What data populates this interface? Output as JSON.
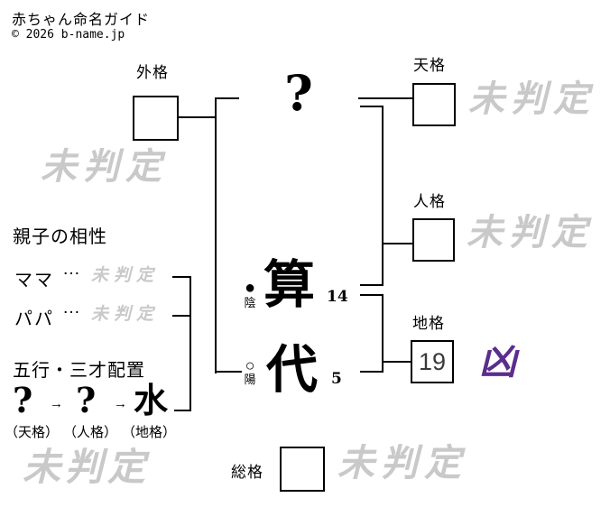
{
  "header": {
    "title": "赤ちゃん命名ガイド",
    "copyright": "© 2026 b-name.jp"
  },
  "name": {
    "surname_char": "?",
    "given": [
      {
        "char": "算",
        "strokes": "14",
        "polarity_symbol": "●",
        "polarity_label": "陰"
      },
      {
        "char": "代",
        "strokes": "5",
        "polarity_symbol": "○",
        "polarity_label": "陽"
      }
    ]
  },
  "kaku": {
    "gaikaku": {
      "label": "外格",
      "value": "",
      "result": "未判定"
    },
    "tenkaku": {
      "label": "天格",
      "value": "",
      "result": "未判定"
    },
    "jinkaku": {
      "label": "人格",
      "value": "",
      "result": "未判定"
    },
    "chikaku": {
      "label": "地格",
      "value": "19",
      "result": "凶"
    },
    "soukaku": {
      "label": "総格",
      "value": "",
      "result": "未判定"
    }
  },
  "compatibility": {
    "heading": "親子の相性",
    "rows": [
      {
        "label": "ママ",
        "separator": "…",
        "result": "未判定"
      },
      {
        "label": "パパ",
        "separator": "…",
        "result": "未判定"
      }
    ]
  },
  "gogyo": {
    "heading": "五行・三才配置",
    "arrow": "→",
    "items": [
      {
        "element": "?",
        "label": "（天格）"
      },
      {
        "element": "?",
        "label": "（人格）"
      },
      {
        "element": "水",
        "label": "（地格）"
      }
    ]
  },
  "watermark": {
    "bottom_left": "未判定"
  },
  "colors": {
    "undetermined_gray": "#c9c9c9",
    "kyou_purple": "#5b2d8e",
    "line_black": "#000000"
  }
}
